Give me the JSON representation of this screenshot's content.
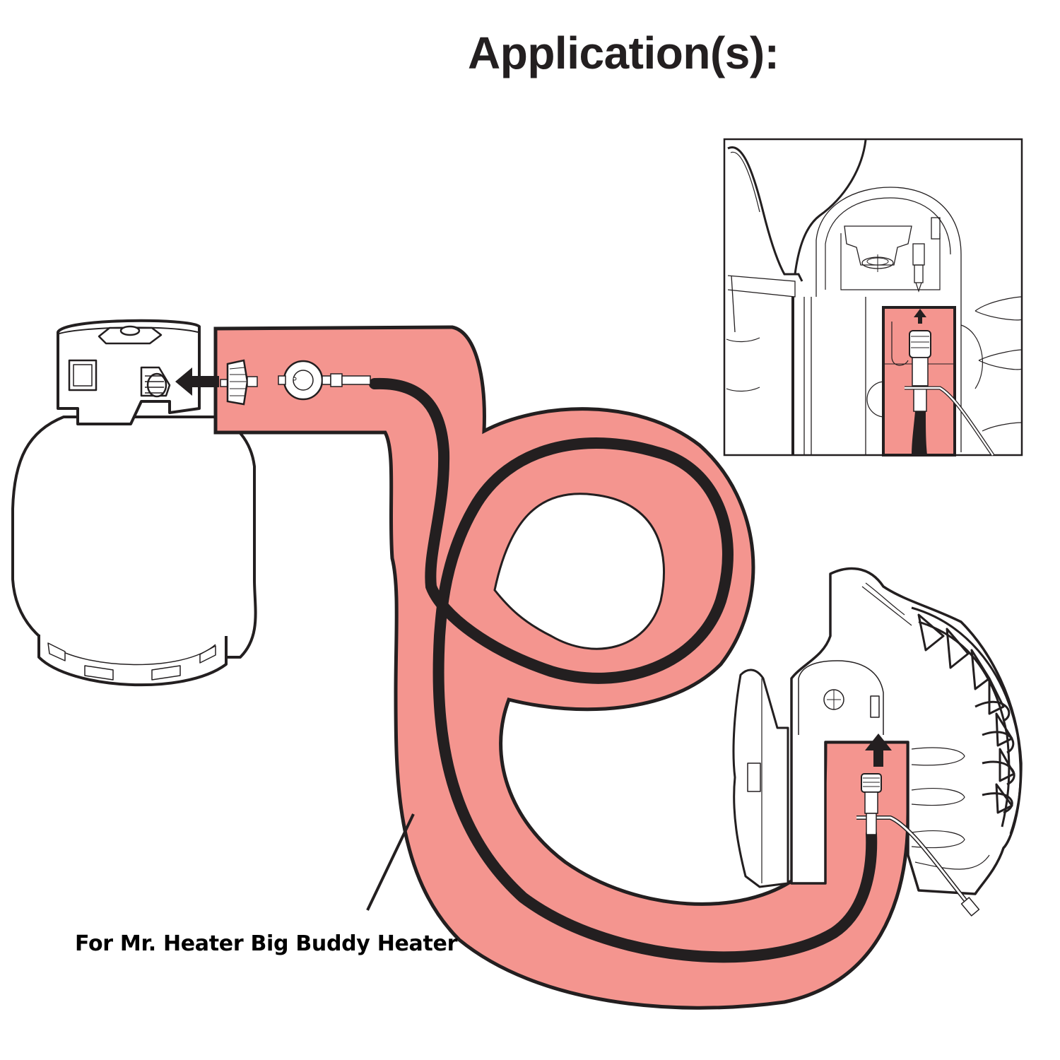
{
  "title": "Application(s):",
  "caption": "For Mr. Heater Big Buddy Heater",
  "colors": {
    "highlight": "#f4958f",
    "outline": "#231f20",
    "hose": "#231f20",
    "background": "#ffffff"
  },
  "components": {
    "tank": "propane-tank",
    "regulator": "pressure-regulator",
    "hose": "extension-hose",
    "heater": "portable-heater",
    "inset": "connection-detail-inset"
  },
  "arrows": {
    "tank_connection": "left",
    "heater_connection": "up",
    "inset_connection": "up"
  }
}
